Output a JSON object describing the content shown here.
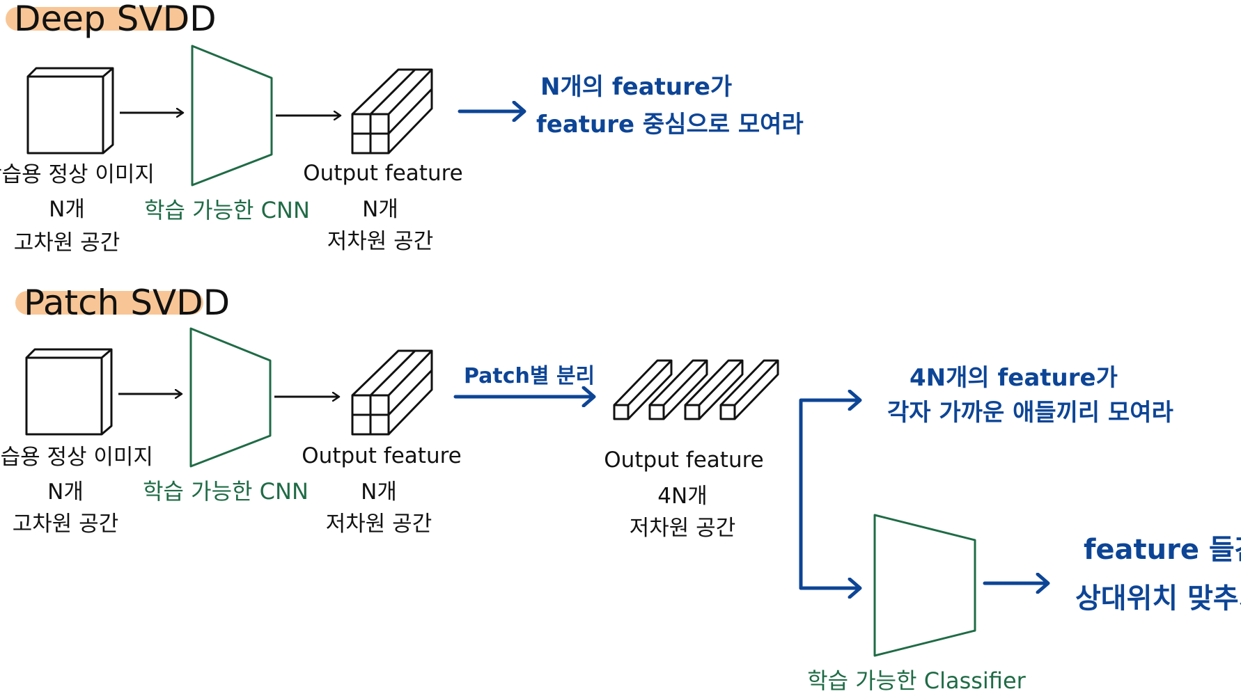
{
  "colors": {
    "cnn_green": "#1f6b46",
    "arrow_blue": "#0d4596",
    "ink": "#111111",
    "title_highlight": "#f7c08b"
  },
  "deep_svdd": {
    "title": "Deep SVDD",
    "input": {
      "line1": "학습용 정상 이미지",
      "line2": "N개",
      "line3": "고차원 공간"
    },
    "cnn_label": "학습 가능한 CNN",
    "output": {
      "line1": "Output feature",
      "line2": "N개",
      "line3": "저차원 공간"
    },
    "result": {
      "line1": "N개의 feature가",
      "line2": "feature 중심으로 모여라"
    }
  },
  "patch_svdd": {
    "title": "Patch SVDD",
    "input": {
      "line1": "학습용 정상 이미지",
      "line2": "N개",
      "line3": "고차원 공간"
    },
    "cnn_label": "학습 가능한 CNN",
    "output": {
      "line1": "Output feature",
      "line2": "N개",
      "line3": "저차원 공간"
    },
    "split_label": "Patch별 분리",
    "patch_output": {
      "line1": "Output feature",
      "line2": "4N개",
      "line3": "저차원 공간"
    },
    "result_top": {
      "line1": "4N개의 feature가",
      "line2": "각자 가까운 애들끼리 모여라"
    },
    "classifier_label": "학습 가능한 Classifier",
    "result_bottom": {
      "line1": "feature 들간의",
      "line2": "상대위치 맞추기"
    }
  }
}
